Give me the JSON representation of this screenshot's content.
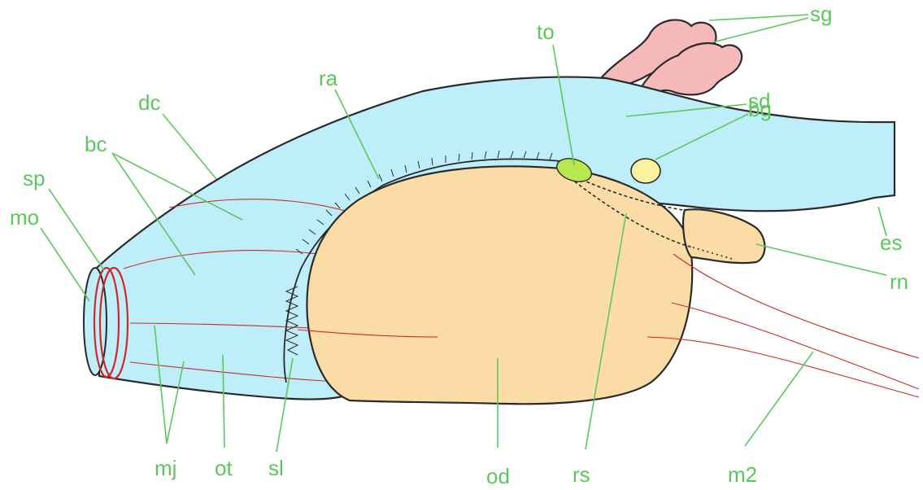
{
  "colors": {
    "body": "#bfeefb",
    "odontophore": "#fbdca6",
    "salivary_gland": "#f6b9b9",
    "buccal_ganglion": "#fbf2a0",
    "tongue": "#b8e850",
    "muscle": "#d02828",
    "label": "#5cc85c",
    "outline": "#2a2a2a"
  },
  "labels": {
    "sg": "sg",
    "to": "to",
    "ra": "ra",
    "sd": "sd",
    "bg": "bg",
    "dc": "dc",
    "bc": "bc",
    "sp": "sp",
    "mo": "mo",
    "es": "es",
    "rn": "rn",
    "mj": "mj",
    "ot": "ot",
    "sl": "sl",
    "od": "od",
    "rs": "rs",
    "m2": "m2"
  }
}
